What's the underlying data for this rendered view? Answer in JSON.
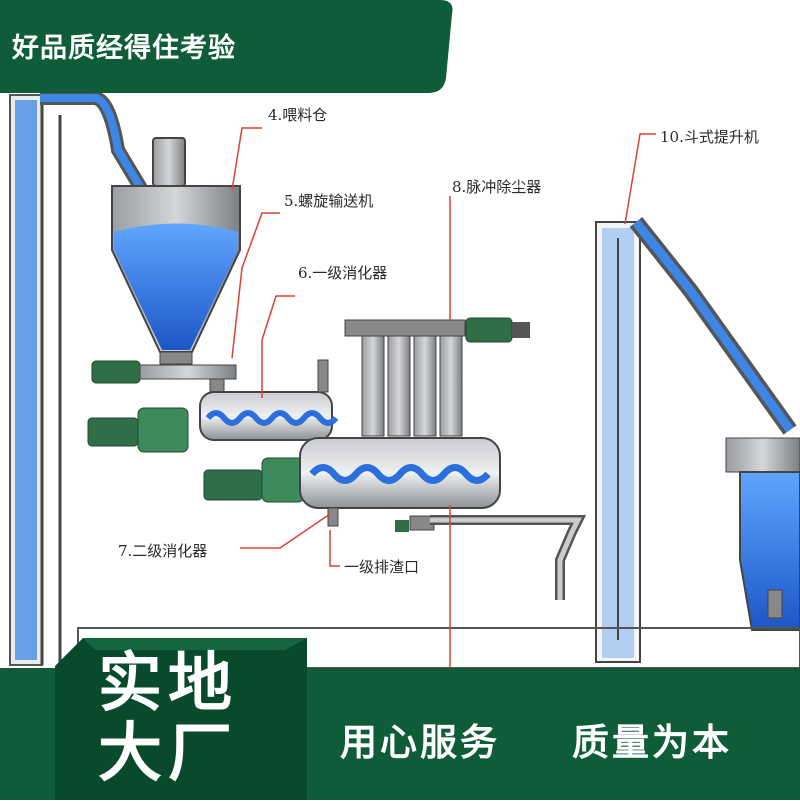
{
  "top_banner": {
    "text": "好品质经得住考验",
    "color": "#0e5c38"
  },
  "diagram": {
    "labels": {
      "bin": "4.喂料仓",
      "screw": "5.螺旋输送机",
      "primary": "6.一级消化器",
      "secondary": "7.二级消化器",
      "dust": "8.脉冲除尘器",
      "elevator": "10.斗式提升机",
      "discharge": "一级排渣口"
    },
    "colors": {
      "water": "#2a6fdc",
      "metal": "#7d8084",
      "motor": "#2f6e46",
      "leader": "#d9432f"
    }
  },
  "badge": {
    "line1": "实地",
    "line2": "大厂"
  },
  "slogan": {
    "left": "用心服务",
    "right": "质量为本"
  }
}
